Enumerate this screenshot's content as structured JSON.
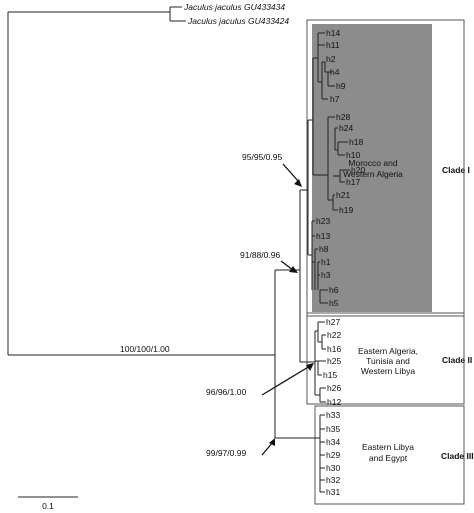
{
  "outgroups": [
    "Jaculus jaculus GU433434",
    "Jaculus jaculus GU433424"
  ],
  "clade1_tips": [
    "h14",
    "h11",
    "h2",
    "h4",
    "h9",
    "h7",
    "h28",
    "h24",
    "h18",
    "h10",
    "h20",
    "h17",
    "h21",
    "h19",
    "h23",
    "h13",
    "h8",
    "h1",
    "h3",
    "h6",
    "h5"
  ],
  "clade2_tips": [
    "h27",
    "h22",
    "h16",
    "h25",
    "h15",
    "h26",
    "h12"
  ],
  "clade3_tips": [
    "h33",
    "h35",
    "h34",
    "h29",
    "h30",
    "h32",
    "h31"
  ],
  "supports": {
    "root": "100/100/1.00",
    "clade1": "95/95/0.95",
    "clade12": "91/88/0.96",
    "clade2": "96/96/1.00",
    "clade3": "99/97/0.99"
  },
  "regions": {
    "clade1": [
      "Morocco and",
      "Western Algeria"
    ],
    "clade2": [
      "Eastern Algeria,",
      "Tunisia and",
      "Western Libya"
    ],
    "clade3": [
      "Eastern Libya",
      "and Egypt"
    ]
  },
  "clade_labels": [
    "Clade I",
    "Clade II",
    "Clade III"
  ],
  "scale_label": "0.1",
  "colors": {
    "clade1_shade": "#8c8c8c",
    "line": "#222222"
  }
}
